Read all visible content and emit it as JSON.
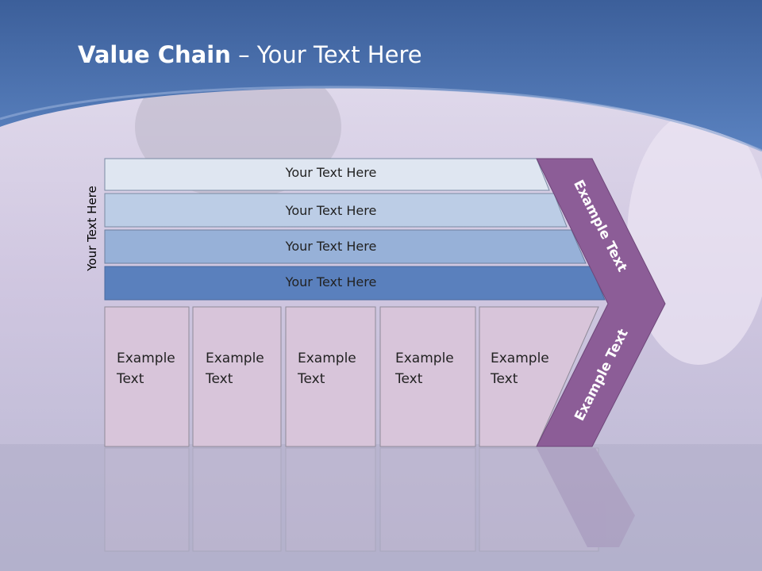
{
  "slide": {
    "title_bold": "Value Chain",
    "title_rest": " – Your Text Here",
    "side_label": "Your Text Here"
  },
  "rows": [
    {
      "label": "Your Text Here",
      "color": "#dfe6f1"
    },
    {
      "label": "Your Text Here",
      "color": "#bccde6"
    },
    {
      "label": "Your Text Here",
      "color": "#97b1d8"
    },
    {
      "label": "Your Text Here",
      "color": "#5a80bd"
    }
  ],
  "boxes": [
    {
      "label": "Example\nText"
    },
    {
      "label": "Example\nText"
    },
    {
      "label": "Example\nText"
    },
    {
      "label": "Example\nText"
    },
    {
      "label": "Example\nText"
    }
  ],
  "chevron": {
    "upper_label": "Example Text",
    "lower_label": "Example Text",
    "color": "#8c5d97"
  },
  "colors": {
    "header_blue": "#4c74b3",
    "box_fill": "#d8c5da"
  }
}
